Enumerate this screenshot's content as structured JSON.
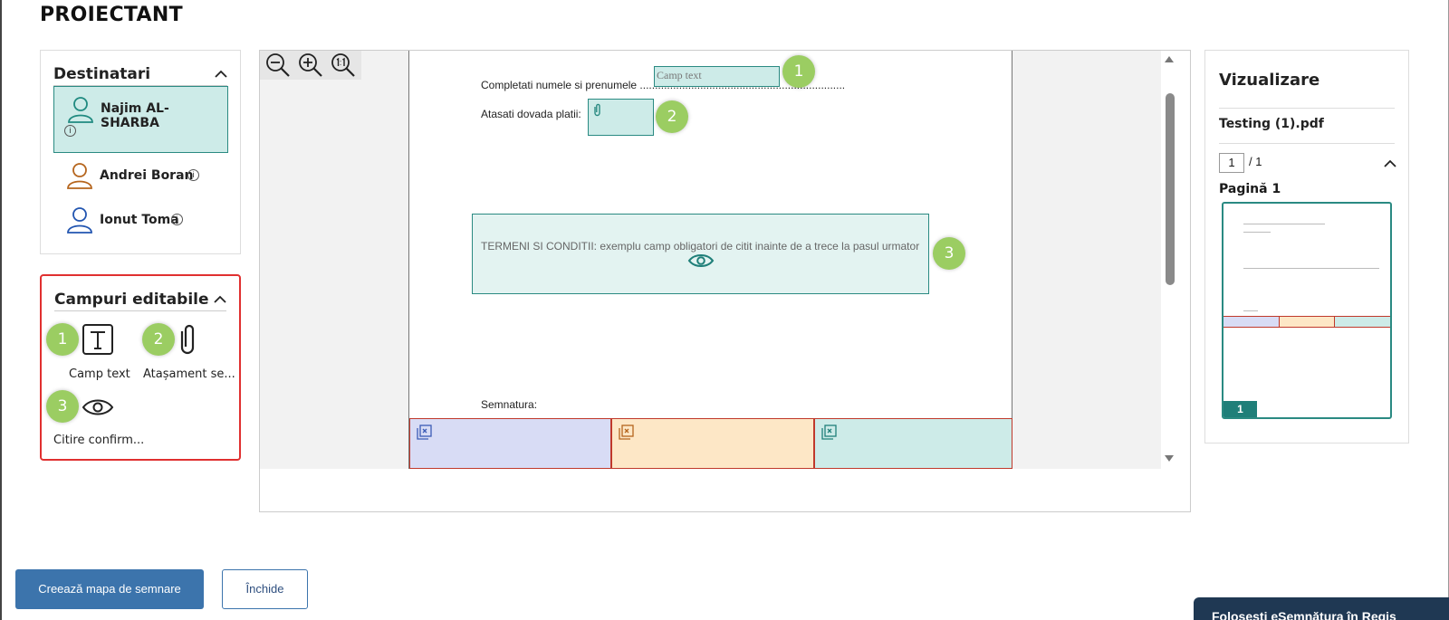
{
  "page": {
    "title": "PROIECTANT"
  },
  "recipients": {
    "heading": "Destinatari",
    "items": [
      {
        "name": "Najim AL-SHARBA",
        "color": "#1f8a80",
        "selected": true
      },
      {
        "name": "Andrei Boran",
        "color": "#b5651d",
        "selected": false
      },
      {
        "name": "Ionut Toma",
        "color": "#2255b0",
        "selected": false
      }
    ]
  },
  "editable_fields": {
    "heading": "Campuri editabile",
    "tools": [
      {
        "badge": "1",
        "label": "Camp text",
        "icon": "text-field-icon"
      },
      {
        "badge": "2",
        "label": "Atașament se...",
        "icon": "paperclip-icon"
      },
      {
        "badge": "3",
        "label": "Citire confirm...",
        "icon": "eye-icon"
      }
    ]
  },
  "document": {
    "line1": "Completati numele si prenumele ....................................................................",
    "field1_placeholder": "Camp text",
    "line2": "Atasati dovada platii:",
    "terms": "TERMENI SI CONDITII: exemplu camp obligatori de citit inainte de a trece la pasul urmator",
    "signature_label": "Semnatura:",
    "badges": [
      "1",
      "2",
      "3"
    ],
    "signature_colors": [
      "#d8dcf5",
      "#fde7c6",
      "#cdebe8"
    ]
  },
  "preview": {
    "heading": "Vizualizare",
    "filename": "Testing (1).pdf",
    "current_page": "1",
    "total": "/ 1",
    "page_label": "Pagină 1",
    "thumb_number": "1"
  },
  "footer": {
    "create_label": "Creează mapa de semnare",
    "close_label": "Închide",
    "promo_text": "Folosești eSemnătura în Regis"
  },
  "colors": {
    "accent": "#1f7f79",
    "primary_button": "#3c74ac",
    "badge_green": "#9bcd62",
    "highlight_red": "#e03030"
  }
}
